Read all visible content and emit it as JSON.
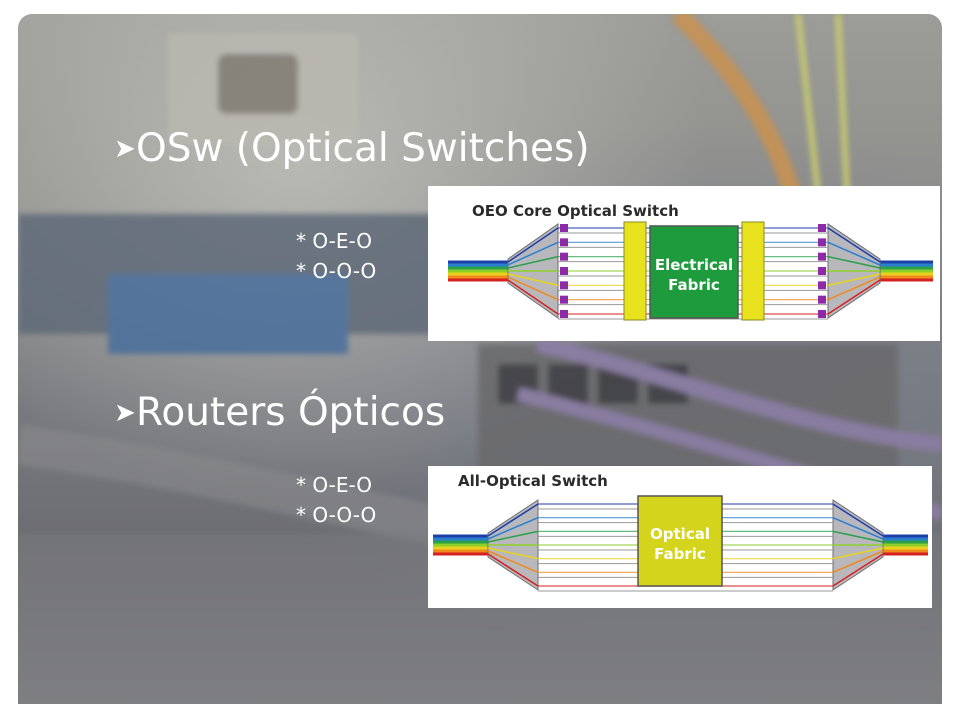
{
  "slide": {
    "bullets": [
      {
        "text": "OSw (Optical Switches)",
        "subitems": [
          "* O-E-O",
          "* O-O-O"
        ]
      },
      {
        "text": "Routers Ópticos",
        "subitems": [
          "* O-E-O",
          "* O-O-O"
        ]
      }
    ],
    "diagrams": [
      {
        "title": "OEO Core Optical Switch",
        "fabric_line1": "Electrical",
        "fabric_line2": "Fabric",
        "fabric_color": "#1e9b3c"
      },
      {
        "title": "All-Optical Switch",
        "fabric_line1": "Optical",
        "fabric_line2": "Fabric",
        "fabric_color": "#d4d41c"
      }
    ]
  },
  "colors": {
    "text": "#ffffff",
    "fiber_colors": [
      "#1c3fa8",
      "#2a7fd0",
      "#2aa04a",
      "#8ccf2a",
      "#e8d21c",
      "#f08a1c",
      "#d62020"
    ],
    "port_color": "#8e2aa8"
  }
}
